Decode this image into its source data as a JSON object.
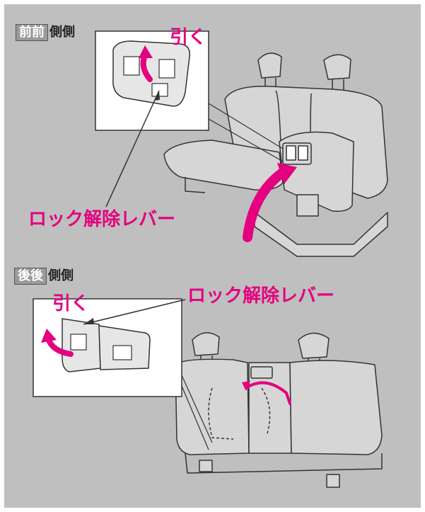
{
  "sections": {
    "front": {
      "tag_box": "前前",
      "tag_rest": "側側",
      "pull_label": "引く",
      "lever_label": "ロック解除レバー"
    },
    "rear": {
      "tag_box": "後後",
      "tag_rest": "側側",
      "pull_label": "引く",
      "lever_label": "ロック解除レバー"
    }
  },
  "colors": {
    "panel": "#bfbfbf",
    "accent": "#e4007f",
    "line": "#333333"
  }
}
